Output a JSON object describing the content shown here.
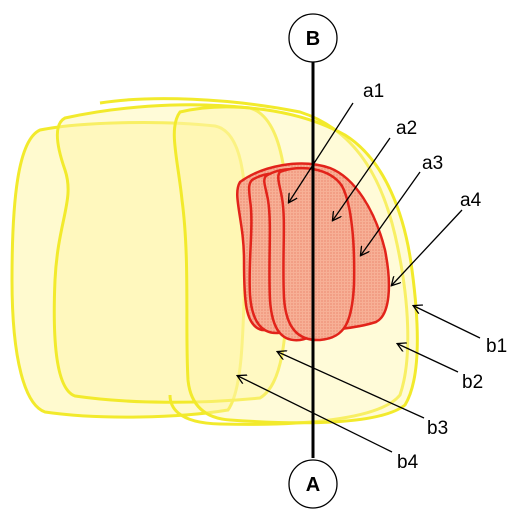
{
  "nodes": {
    "top": "B",
    "bottom": "A"
  },
  "labels": {
    "a1": "a1",
    "a2": "a2",
    "a3": "a3",
    "a4": "a4",
    "b1": "b1",
    "b2": "b2",
    "b3": "b3",
    "b4": "b4"
  },
  "colors": {
    "yellow_stroke": "#f2ea2c",
    "yellow_fill": "#fff6a8",
    "red_stroke": "#e2231a",
    "red_fill": "#f6a98c",
    "line": "#000000"
  }
}
